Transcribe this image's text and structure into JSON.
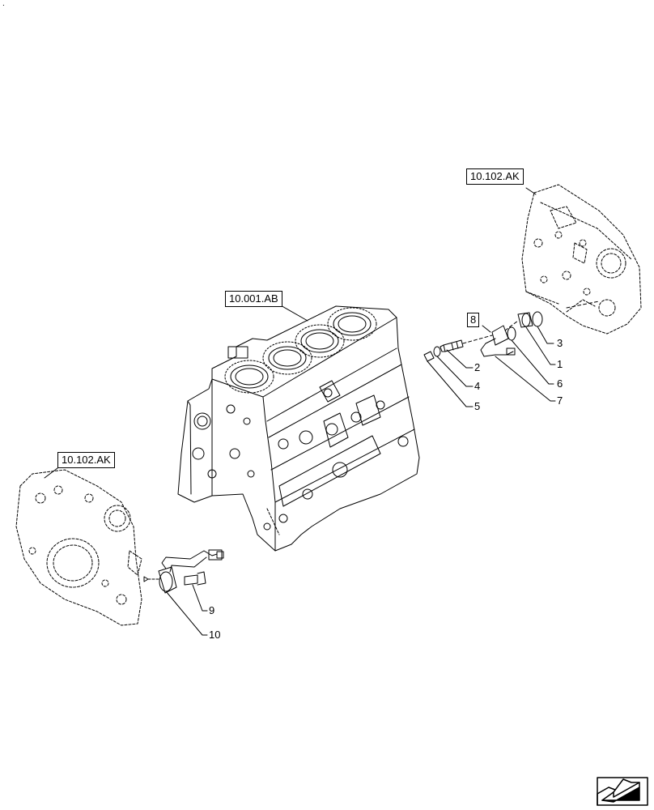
{
  "references": {
    "top_right": "10.102.AK",
    "center": "10.001.AB",
    "left": "10.102.AK"
  },
  "callouts": {
    "c1": "1",
    "c2": "2",
    "c3": "3",
    "c4": "4",
    "c5": "5",
    "c6": "6",
    "c7": "7",
    "c8": "8",
    "c9": "9",
    "c10": "10"
  },
  "corner_mark": "."
}
